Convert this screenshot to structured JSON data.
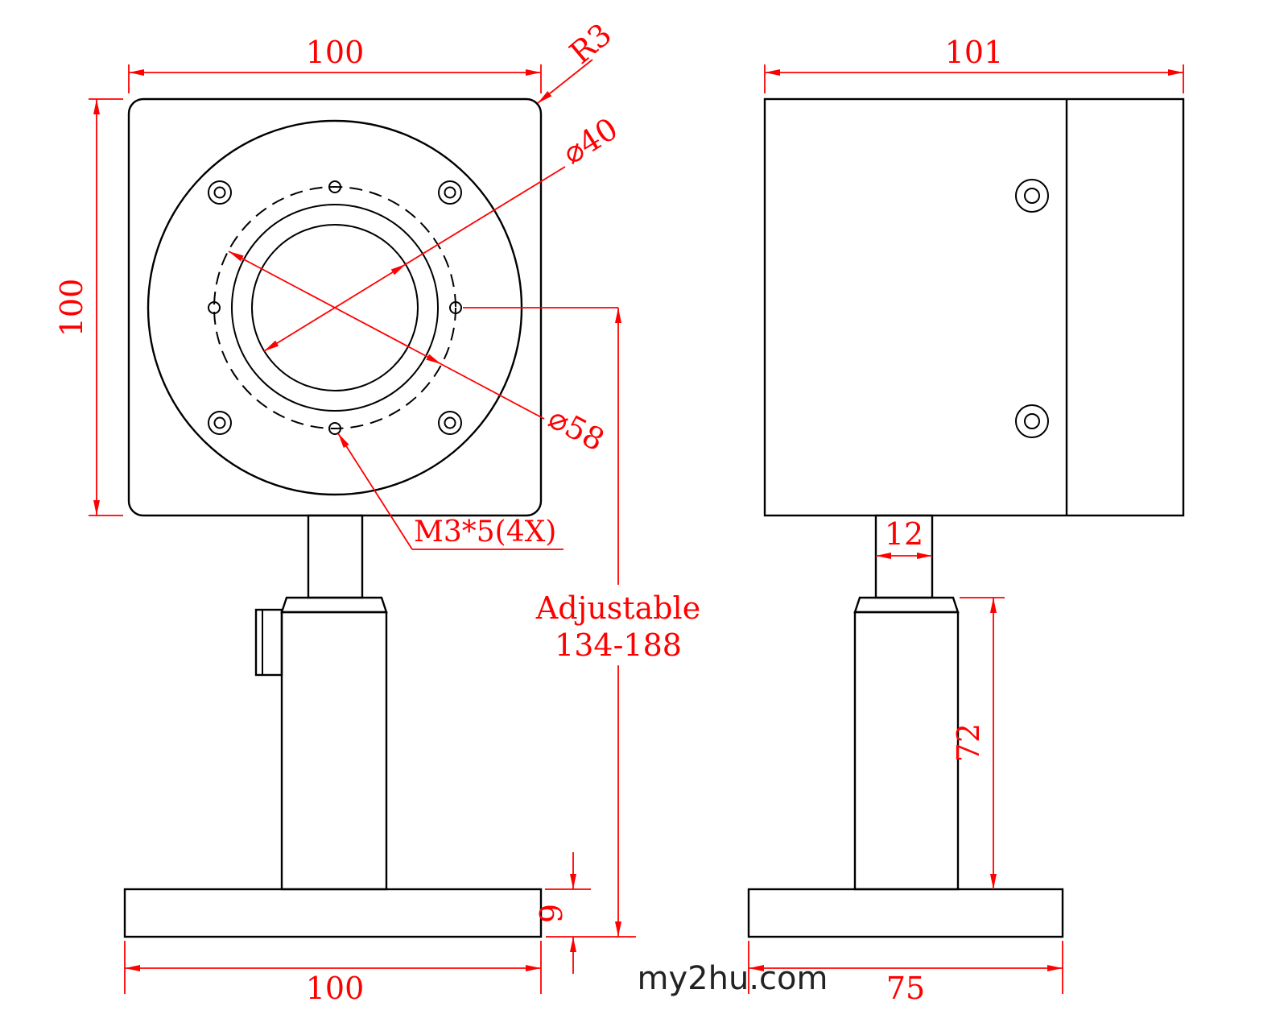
{
  "watermark": "my2hu.com",
  "colors": {
    "line": "#000000",
    "dimension": "#ff0000",
    "background": "#ffffff",
    "watermark": "#222222"
  },
  "front_view": {
    "top_width": "100",
    "height": "100",
    "corner_radius": "R3",
    "aperture_diameter": "⌀40",
    "bolt_circle_diameter": "⌀58",
    "mounting_holes": "M3*5(4X)",
    "adjustable_label": "Adjustable",
    "adjustable_range": "134-188",
    "base_thickness": "9",
    "base_width": "100"
  },
  "side_view": {
    "top_width": "101",
    "neck_width": "12",
    "post_height": "72",
    "base_width": "75"
  }
}
